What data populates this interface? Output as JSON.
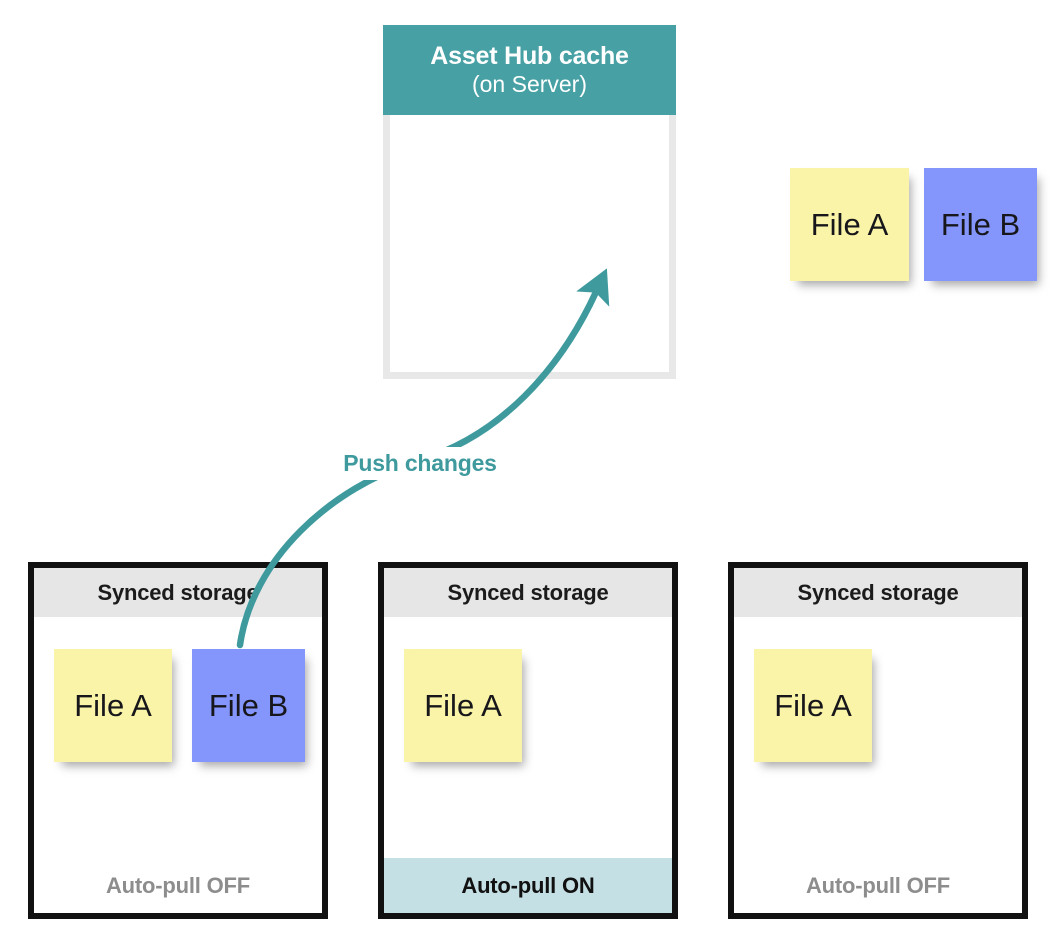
{
  "server": {
    "title": "Asset Hub cache",
    "subtitle": "(on Server)",
    "header_color": "#46a0a4",
    "notes": [
      {
        "label": "File A",
        "color": "yellow"
      },
      {
        "label": "File B",
        "color": "blue"
      }
    ]
  },
  "arrow": {
    "label": "Push changes",
    "color": "#3f9a9e",
    "direction": "bottom-left-to-top-right"
  },
  "panels": [
    {
      "header": "Synced storage",
      "notes": [
        {
          "label": "File A",
          "color": "yellow"
        },
        {
          "label": "File B",
          "color": "blue"
        }
      ],
      "footer": "Auto-pull OFF",
      "footer_state": "off"
    },
    {
      "header": "Synced storage",
      "notes": [
        {
          "label": "File A",
          "color": "yellow"
        }
      ],
      "footer": "Auto-pull ON",
      "footer_state": "on"
    },
    {
      "header": "Synced storage",
      "notes": [
        {
          "label": "File A",
          "color": "yellow"
        }
      ],
      "footer": "Auto-pull OFF",
      "footer_state": "off"
    }
  ],
  "colors": {
    "note_yellow": "#faf4a8",
    "note_blue": "#8496fb",
    "teal_accent": "#46a0a4",
    "footer_on_bg": "#c5e0e4",
    "panel_header_bg": "#e6e6e6",
    "panel_border": "#111111",
    "server_border": "#e8e8e8",
    "footer_off_text": "#8d8d8d"
  }
}
